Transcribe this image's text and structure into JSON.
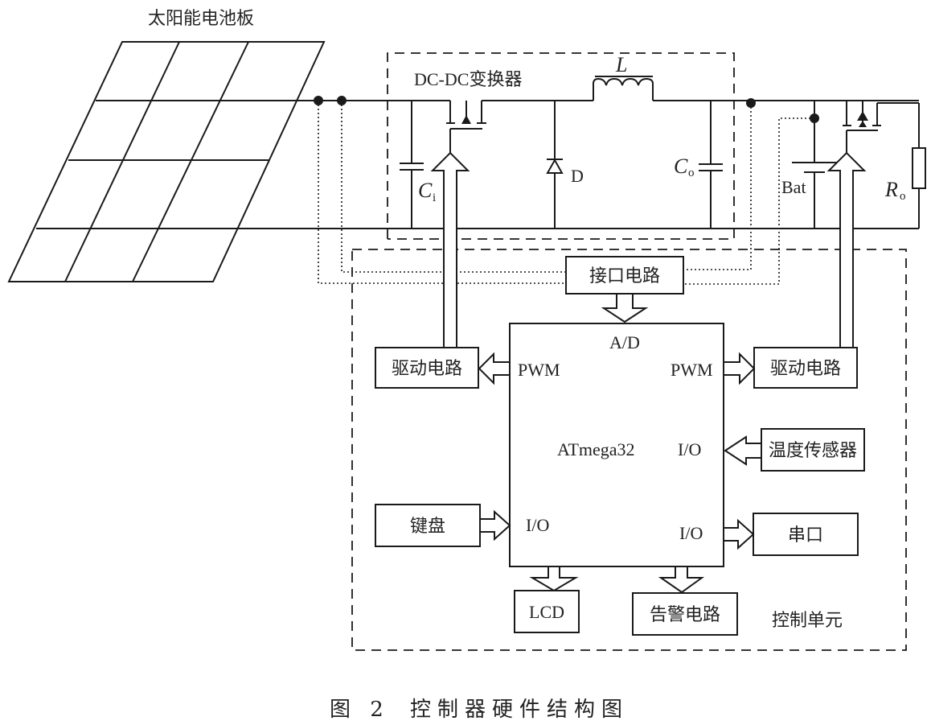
{
  "solar_panel": {
    "label": "太阳能电池板"
  },
  "converter": {
    "label": "DC-DC变换器",
    "inductor_label": "L",
    "diode_label": "D",
    "input_cap_label": "C",
    "input_cap_sub": "i",
    "output_cap_label": "C",
    "output_cap_sub": "o"
  },
  "output_stage": {
    "battery_label": "Bat",
    "load_label": "R",
    "load_sub": "o"
  },
  "control_unit": {
    "label": "控制单元",
    "mcu": {
      "name": "ATmega32",
      "ports": {
        "ad": "A/D",
        "pwm_left": "PWM",
        "pwm_right": "PWM",
        "io_temp": "I/O",
        "io_keyboard": "I/O",
        "io_serial": "I/O"
      }
    },
    "blocks": {
      "interface": "接口电路",
      "driver_left": "驱动电路",
      "driver_right": "驱动电路",
      "temp_sensor": "温度传感器",
      "keyboard": "键盘",
      "serial": "串口",
      "lcd": "LCD",
      "alarm": "告警电路"
    }
  },
  "caption": {
    "figure": "图 2",
    "title": "控制器硬件结构图"
  }
}
